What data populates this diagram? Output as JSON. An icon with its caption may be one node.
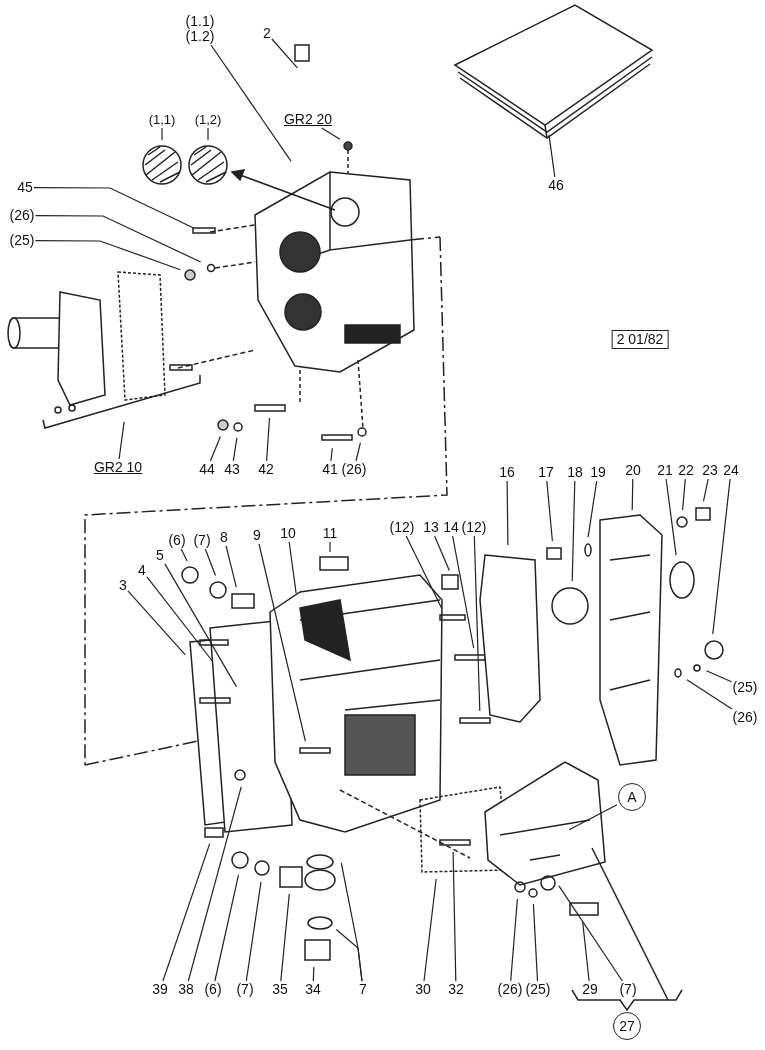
{
  "diagram": {
    "nodes": [
      {
        "text": [
          "(1.1) (1.2)"
        ]
      },
      {
        "text": [
          "2"
        ]
      },
      {
        "text": [
          "46"
        ]
      },
      {
        "text": [
          "GR2 20"
        ]
      },
      {
        "text": [
          "(1,1)"
        ]
      },
      {
        "text": [
          "(1,2)"
        ]
      },
      {
        "text": [
          "45"
        ]
      },
      {
        "text": [
          "(26)"
        ]
      },
      {
        "text": [
          "(25)"
        ]
      },
      {
        "text": [
          "2 01/82"
        ]
      },
      {
        "text": [
          "GR2 10"
        ]
      },
      {
        "text": [
          "44"
        ]
      },
      {
        "text": [
          "43"
        ]
      },
      {
        "text": [
          "42"
        ]
      },
      {
        "text": [
          "41"
        ]
      },
      {
        "text": [
          "(26)"
        ]
      },
      {
        "text": [
          "16"
        ]
      },
      {
        "text": [
          "17"
        ]
      },
      {
        "text": [
          "18"
        ]
      },
      {
        "text": [
          "19"
        ]
      },
      {
        "text": [
          "20"
        ]
      },
      {
        "text": [
          "21"
        ]
      },
      {
        "text": [
          "22"
        ]
      },
      {
        "text": [
          "23"
        ]
      },
      {
        "text": [
          "24"
        ]
      },
      {
        "text": [
          "(6)"
        ]
      },
      {
        "text": [
          "(7)"
        ]
      },
      {
        "text": [
          "8"
        ]
      },
      {
        "text": [
          "9"
        ]
      },
      {
        "text": [
          "10"
        ]
      },
      {
        "text": [
          "11"
        ]
      },
      {
        "text": [
          "(12)"
        ]
      },
      {
        "text": [
          "13"
        ]
      },
      {
        "text": [
          "14"
        ]
      },
      {
        "text": [
          "(12)"
        ]
      },
      {
        "text": [
          "5"
        ]
      },
      {
        "text": [
          "4"
        ]
      },
      {
        "text": [
          "3"
        ]
      },
      {
        "text": [
          "(25)"
        ]
      },
      {
        "text": [
          "(26)"
        ]
      },
      {
        "text": [
          "A"
        ]
      },
      {
        "text": [
          "39"
        ]
      },
      {
        "text": [
          "38"
        ]
      },
      {
        "text": [
          "(6)"
        ]
      },
      {
        "text": [
          "(7)"
        ]
      },
      {
        "text": [
          "35"
        ]
      },
      {
        "text": [
          "34"
        ]
      },
      {
        "text": [
          "7"
        ]
      },
      {
        "text": [
          "30"
        ]
      },
      {
        "text": [
          "32"
        ]
      },
      {
        "text": [
          "(26)"
        ]
      },
      {
        "text": [
          "(25)"
        ]
      },
      {
        "text": [
          "29"
        ]
      },
      {
        "text": [
          "(7)"
        ]
      },
      {
        "text": [
          "27"
        ]
      }
    ],
    "edges": [
      {
        "from": 0,
        "to": null,
        "arrow": "none"
      },
      {
        "from": 1,
        "to": null,
        "arrow": "none"
      },
      {
        "from": 2,
        "to": null,
        "arrow": "none"
      },
      {
        "from": 3,
        "to": null,
        "arrow": "none"
      },
      {
        "from": 4,
        "to": null,
        "arrow": "none"
      },
      {
        "from": 5,
        "to": null,
        "arrow": "none"
      },
      {
        "from": 6,
        "to": null,
        "arrow": "none"
      },
      {
        "from": 7,
        "to": null,
        "arrow": "none"
      },
      {
        "from": 8,
        "to": null,
        "arrow": "none"
      },
      {
        "from": 10,
        "to": null,
        "arrow": "none"
      },
      {
        "from": 11,
        "to": null,
        "arrow": "none"
      },
      {
        "from": 12,
        "to": null,
        "arrow": "none"
      },
      {
        "from": 13,
        "to": null,
        "arrow": "none"
      },
      {
        "from": 14,
        "to": null,
        "arrow": "none"
      },
      {
        "from": 15,
        "to": null,
        "arrow": "none"
      },
      {
        "from": 16,
        "to": null,
        "arrow": "none"
      },
      {
        "from": 17,
        "to": null,
        "arrow": "none"
      },
      {
        "from": 18,
        "to": null,
        "arrow": "none"
      },
      {
        "from": 19,
        "to": null,
        "arrow": "none"
      },
      {
        "from": 20,
        "to": null,
        "arrow": "none"
      },
      {
        "from": 21,
        "to": null,
        "arrow": "none"
      },
      {
        "from": 22,
        "to": null,
        "arrow": "none"
      },
      {
        "from": 23,
        "to": null,
        "arrow": "none"
      },
      {
        "from": 24,
        "to": null,
        "arrow": "none"
      },
      {
        "from": 25,
        "to": null,
        "arrow": "none"
      },
      {
        "from": 26,
        "to": null,
        "arrow": "none"
      },
      {
        "from": 27,
        "to": null,
        "arrow": "none"
      },
      {
        "from": 28,
        "to": null,
        "arrow": "none"
      },
      {
        "from": 29,
        "to": null,
        "arrow": "none"
      },
      {
        "from": 30,
        "to": null,
        "arrow": "none"
      },
      {
        "from": 31,
        "to": null,
        "arrow": "none"
      },
      {
        "from": 32,
        "to": null,
        "arrow": "none"
      },
      {
        "from": 33,
        "to": null,
        "arrow": "none"
      },
      {
        "from": 34,
        "to": null,
        "arrow": "none"
      },
      {
        "from": 35,
        "to": null,
        "arrow": "none"
      },
      {
        "from": 36,
        "to": null,
        "arrow": "none"
      },
      {
        "from": 37,
        "to": null,
        "arrow": "none"
      },
      {
        "from": 38,
        "to": null,
        "arrow": "none"
      },
      {
        "from": 39,
        "to": null,
        "arrow": "none"
      },
      {
        "from": 40,
        "to": null,
        "arrow": "none"
      },
      {
        "from": 41,
        "to": null,
        "arrow": "none"
      },
      {
        "from": 42,
        "to": null,
        "arrow": "none"
      },
      {
        "from": 43,
        "to": null,
        "arrow": "none"
      },
      {
        "from": 44,
        "to": null,
        "arrow": "none"
      },
      {
        "from": 45,
        "to": null,
        "arrow": "none"
      },
      {
        "from": 46,
        "to": null,
        "arrow": "none"
      },
      {
        "from": 47,
        "to": null,
        "arrow": "none"
      },
      {
        "from": 47,
        "to": null,
        "arrow": "none"
      },
      {
        "from": 48,
        "to": null,
        "arrow": "none"
      },
      {
        "from": 49,
        "to": null,
        "arrow": "none"
      },
      {
        "from": 50,
        "to": null,
        "arrow": "none"
      },
      {
        "from": 51,
        "to": null,
        "arrow": "none"
      },
      {
        "from": 52,
        "to": null,
        "arrow": "none"
      },
      {
        "from": 53,
        "to": null,
        "arrow": "none"
      }
    ]
  }
}
